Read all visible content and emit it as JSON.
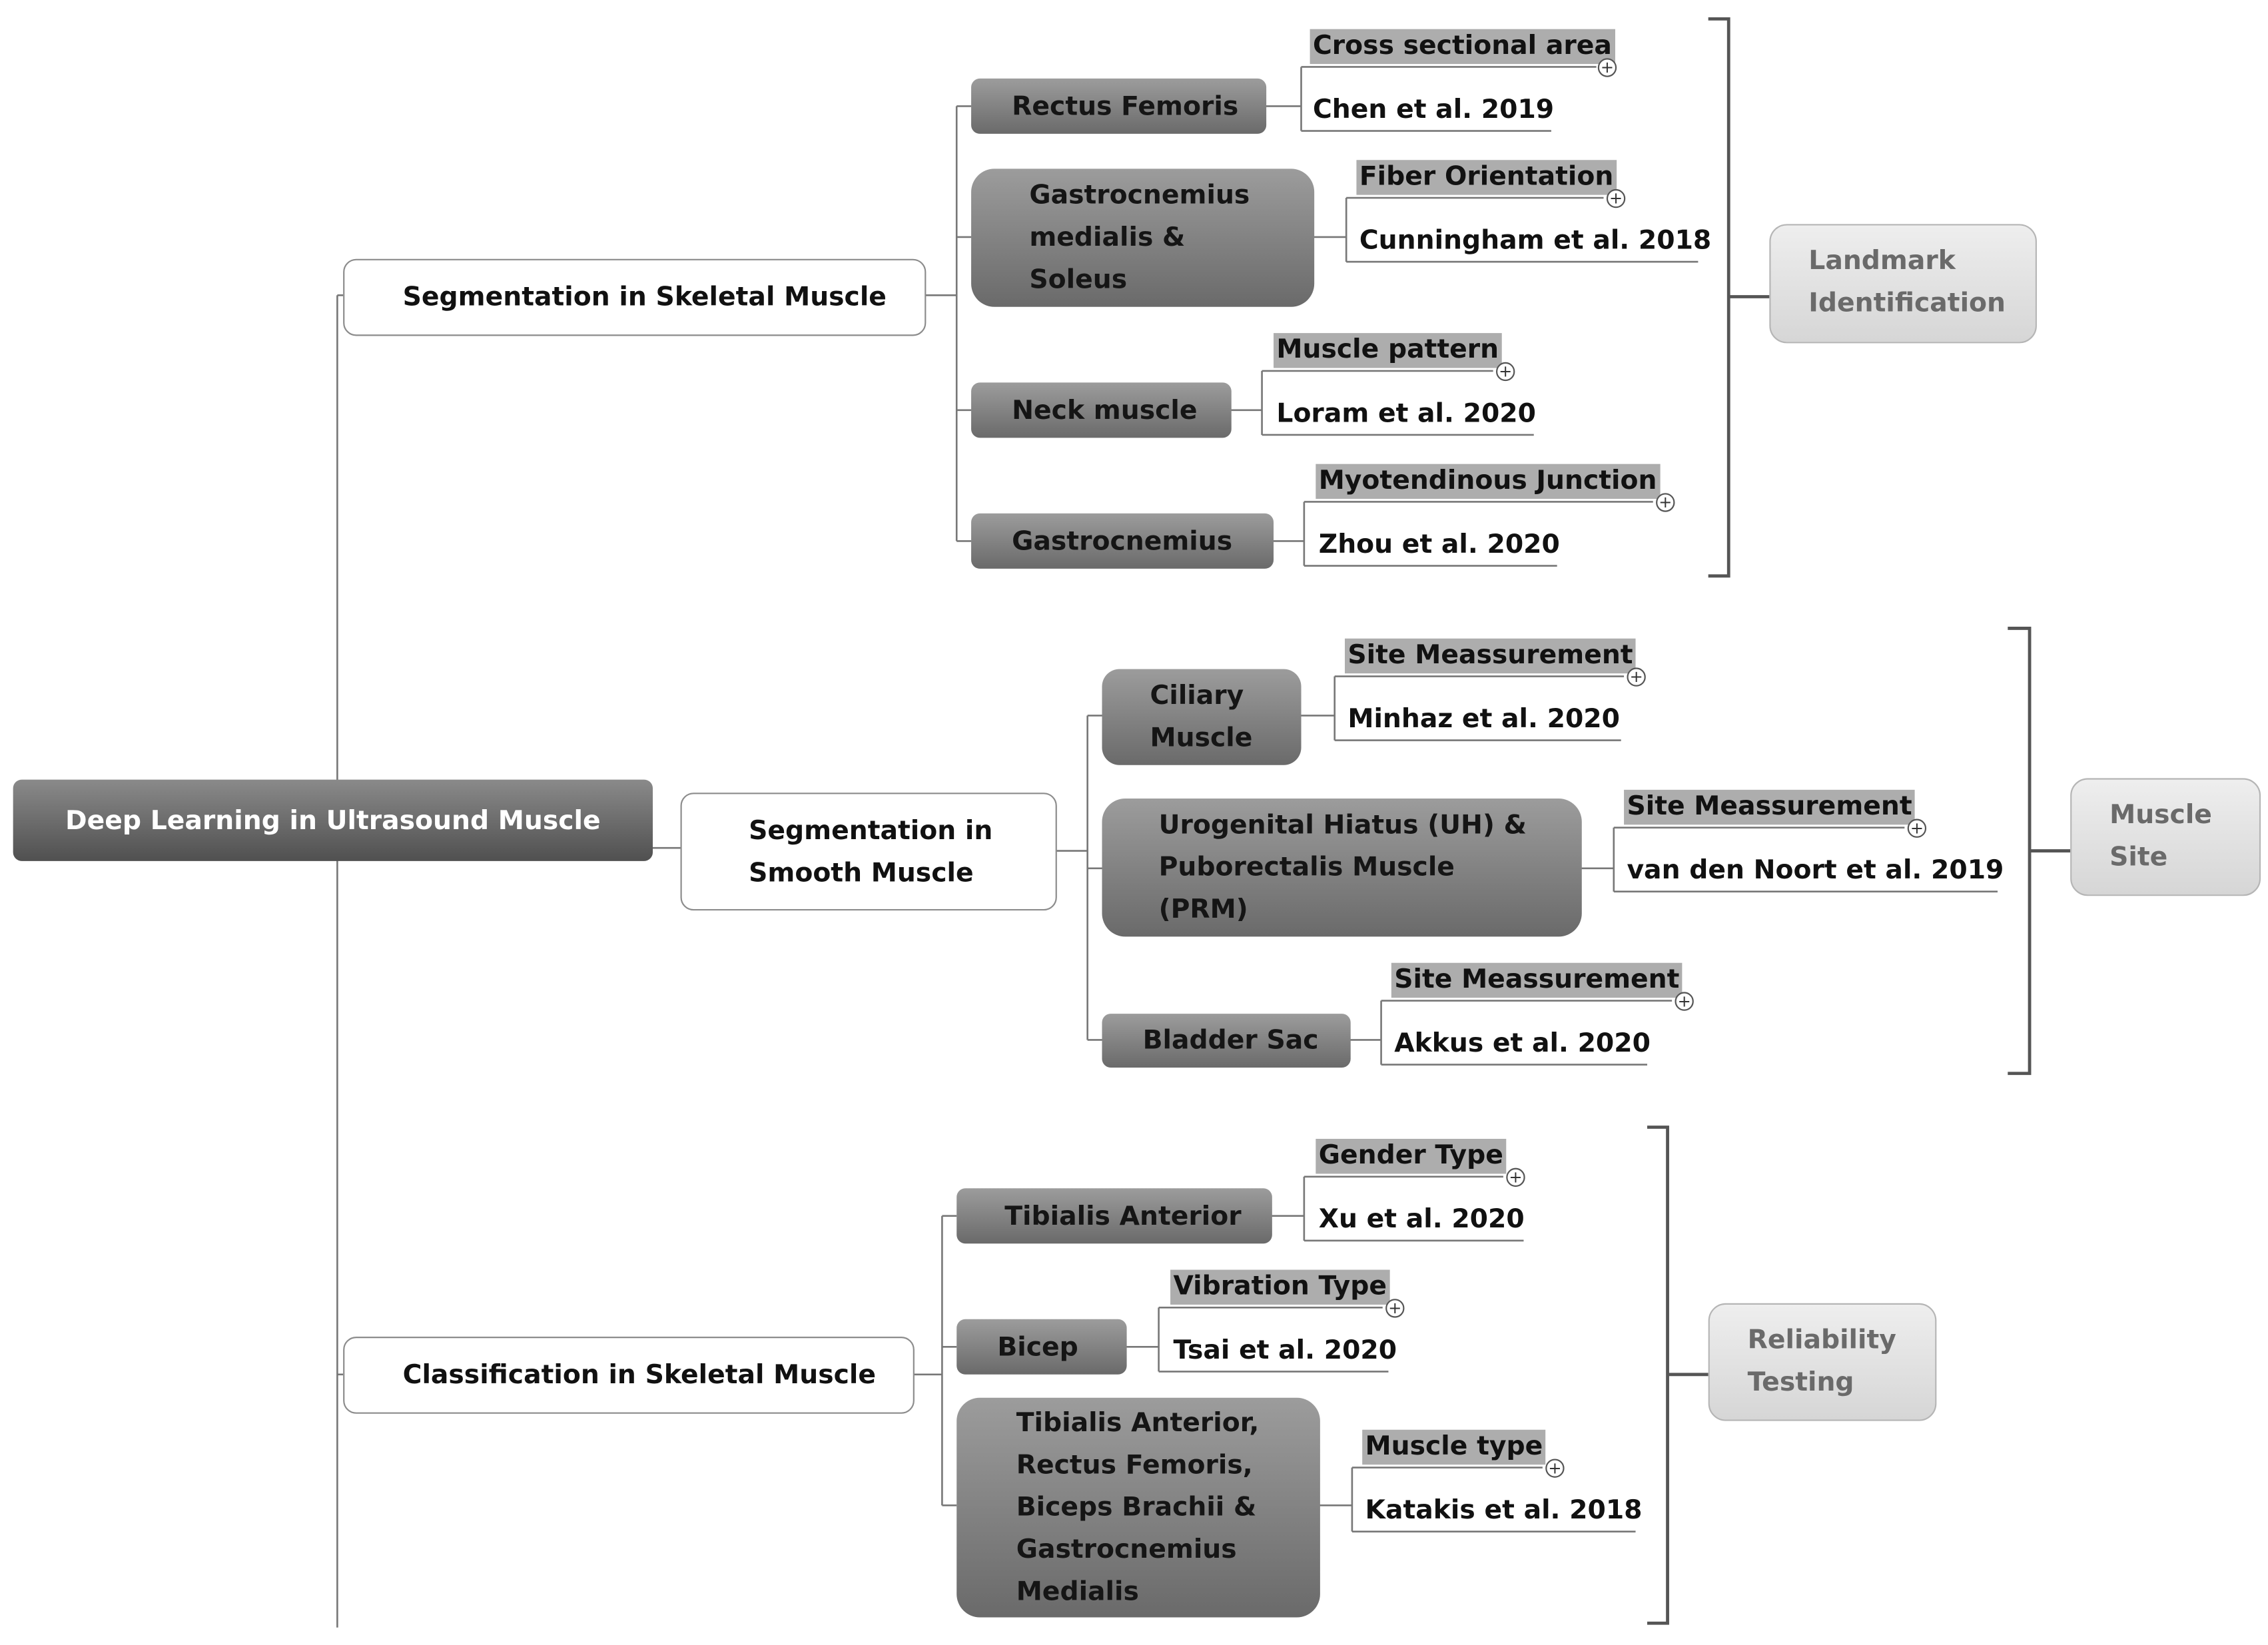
{
  "root": "Deep Learning in Ultrasound Muscle",
  "branches": [
    {
      "label": "Segmentation in Skeletal Muscle",
      "items": [
        {
          "muscle": "Rectus Femoris",
          "topic": "Cross sectional area",
          "reference": "Chen et al. 2019"
        },
        {
          "muscle": "Gastrocnemius\nmedialis &\nSoleus",
          "topic": "Fiber Orientation",
          "reference": "Cunningham et al. 2018"
        },
        {
          "muscle": "Neck muscle",
          "topic": "Muscle pattern",
          "reference": "Loram et al. 2020"
        },
        {
          "muscle": "Gastrocnemius",
          "topic": "Myotendinous Junction",
          "reference": "Zhou et al. 2020"
        }
      ],
      "group_label": "Landmark\nIdentification"
    },
    {
      "label": "Segmentation in\nSmooth Muscle",
      "items": [
        {
          "muscle": "Ciliary\nMuscle",
          "topic": "Site Meassurement",
          "reference": "Minhaz et al. 2020"
        },
        {
          "muscle": "Urogenital Hiatus (UH) &\nPuborectalis Muscle\n(PRM)",
          "topic": "Site Meassurement",
          "reference": "van den Noort et al. 2019"
        },
        {
          "muscle": "Bladder Sac",
          "topic": "Site Meassurement",
          "reference": "Akkus et al. 2020"
        }
      ],
      "group_label": "Muscle\nSite"
    },
    {
      "label": "Classification in Skeletal Muscle",
      "items": [
        {
          "muscle": "Tibialis Anterior",
          "topic": "Gender Type",
          "reference": "Xu et al. 2020"
        },
        {
          "muscle": "Bicep",
          "topic": "Vibration Type",
          "reference": "Tsai et al. 2020"
        },
        {
          "muscle": "Tibialis Anterior,\nRectus Femoris,\nBiceps Brachii &\nGastrocnemius\nMedialis",
          "topic": "Muscle type",
          "reference": "Katakis et al. 2018"
        }
      ],
      "group_label": "Reliability\nTesting"
    }
  ]
}
